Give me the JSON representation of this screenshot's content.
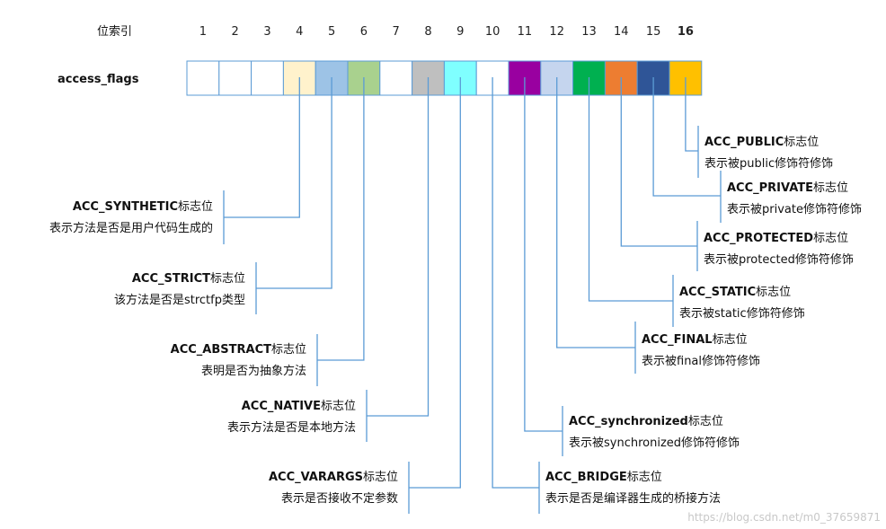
{
  "header": {
    "index_label": "位索引",
    "field_label": "access_flags"
  },
  "bit_indices": [
    "1",
    "2",
    "3",
    "4",
    "5",
    "6",
    "7",
    "8",
    "9",
    "10",
    "11",
    "12",
    "13",
    "14",
    "15",
    "16"
  ],
  "bit_colors": [
    "#ffffff",
    "#ffffff",
    "#ffffff",
    "#fff2cc",
    "#9dc3e6",
    "#a9d18e",
    "#ffffff",
    "#bfbfbf",
    "#7fffff",
    "#ffffff",
    "#9900a0",
    "#c5d5ee",
    "#00b050",
    "#ed7d31",
    "#2f5597",
    "#ffc000"
  ],
  "flags": [
    {
      "bit": 4,
      "name": "ACC_SYNTHETIC",
      "suffix": "标志位",
      "desc": "表示方法是否是用户代码生成的"
    },
    {
      "bit": 5,
      "name": "ACC_STRICT",
      "suffix": "标志位",
      "desc": "该方法是否是strctfp类型"
    },
    {
      "bit": 6,
      "name": "ACC_ABSTRACT",
      "suffix": "标志位",
      "desc": "表明是否为抽象方法"
    },
    {
      "bit": 8,
      "name": "ACC_NATIVE",
      "suffix": "标志位",
      "desc": "表示方法是否是本地方法"
    },
    {
      "bit": 9,
      "name": "ACC_VARARGS",
      "suffix": "标志位",
      "desc": "表示是否接收不定参数"
    },
    {
      "bit": 10,
      "name": "ACC_BRIDGE",
      "suffix": "标志位",
      "desc": "表示是否是编译器生成的桥接方法"
    },
    {
      "bit": 11,
      "name": "ACC_synchronized",
      "suffix": "标志位",
      "desc": "表示被synchronized修饰符修饰"
    },
    {
      "bit": 12,
      "name": "ACC_FINAL",
      "suffix": "标志位",
      "desc": "表示被final修饰符修饰"
    },
    {
      "bit": 13,
      "name": "ACC_STATIC",
      "suffix": "标志位",
      "desc": "表示被static修饰符修饰"
    },
    {
      "bit": 14,
      "name": "ACC_PROTECTED",
      "suffix": "标志位",
      "desc": "表示被protected修饰符修饰"
    },
    {
      "bit": 15,
      "name": "ACC_PRIVATE",
      "suffix": "标志位",
      "desc": "表示被private修饰符修饰"
    },
    {
      "bit": 16,
      "name": "ACC_PUBLIC",
      "suffix": "标志位",
      "desc": "表示被public修饰符修饰"
    }
  ],
  "watermark": "https://blog.csdn.net/m0_37659871"
}
